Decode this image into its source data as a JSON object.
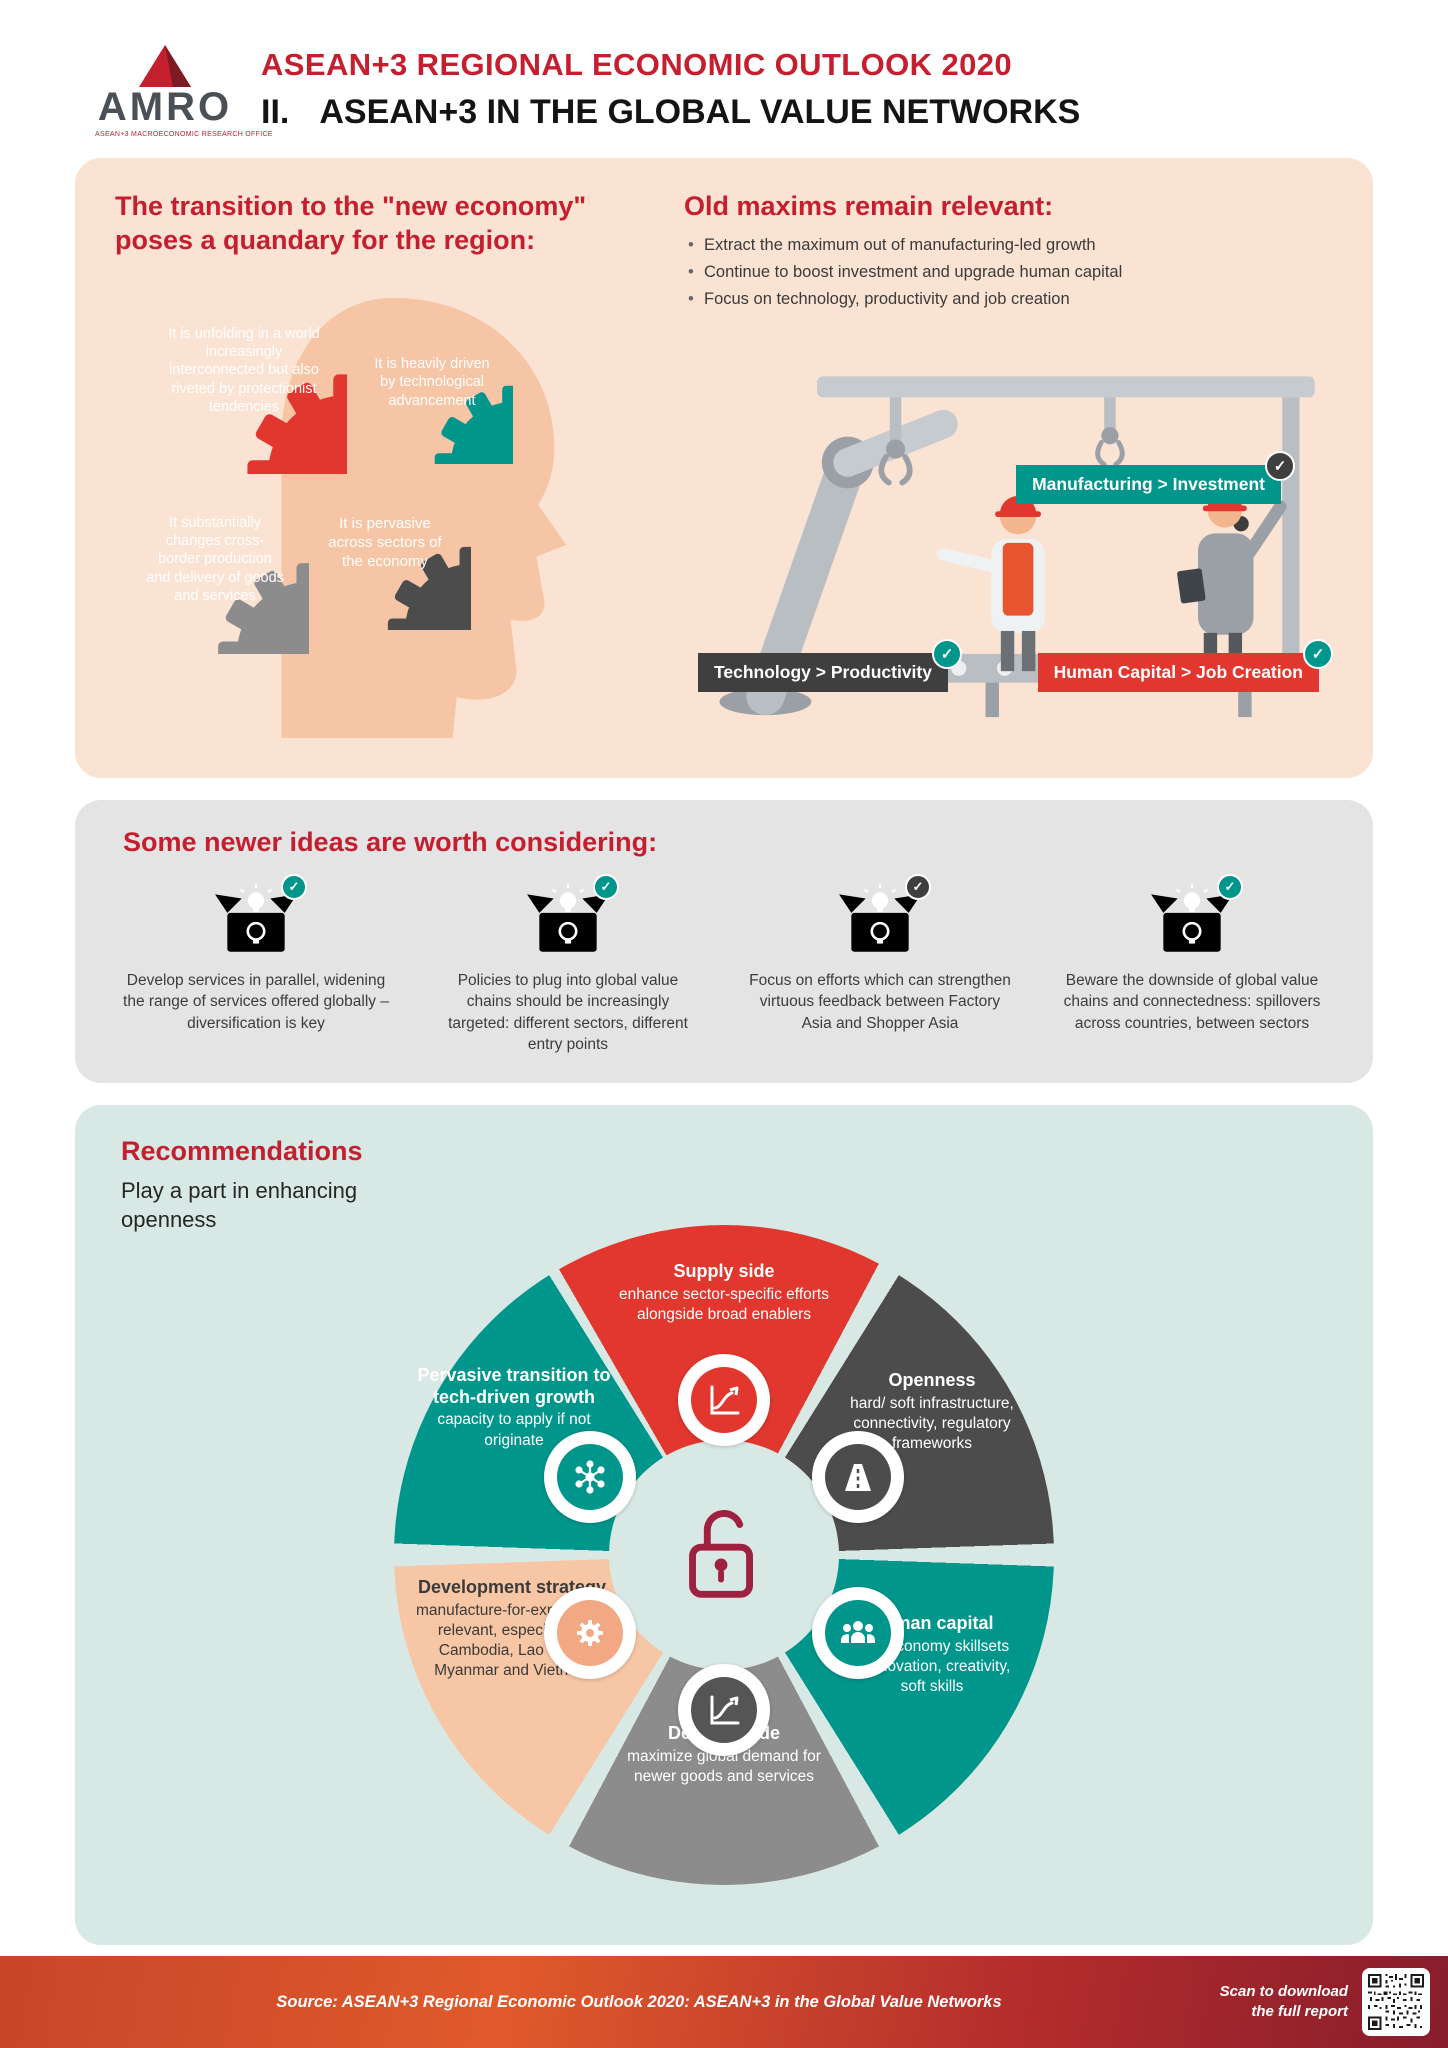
{
  "header": {
    "logo_text": "AMRO",
    "logo_sub": "ASEAN+3 MACROECONOMIC RESEARCH OFFICE",
    "title": "ASEAN+3 REGIONAL ECONOMIC OUTLOOK 2020",
    "section_number": "II.",
    "section_title": "ASEAN+3 IN THE GLOBAL VALUE NETWORKS"
  },
  "quandary": {
    "heading": "The transition to the \"new economy\" poses a quandary for the region:",
    "gears": [
      {
        "text": "It is unfolding in a world increasingly interconnected but also riveted by protectionist tendencies",
        "color": "#e2372e"
      },
      {
        "text": "It is heavily driven by technological advancement",
        "color": "#00968b"
      },
      {
        "text": "It is pervasive across sectors of the economy",
        "color": "#4c4c4c"
      },
      {
        "text": "It substantially changes cross-border production and delivery of goods and services",
        "color": "#8c8c8c"
      }
    ]
  },
  "maxims": {
    "heading": "Old maxims remain relevant:",
    "bullets": [
      "Extract the maximum out of manufacturing-led growth",
      "Continue to boost investment and upgrade human capital",
      "Focus on technology, productivity and job creation"
    ],
    "badges": [
      {
        "label": "Manufacturing > Investment",
        "color": "#00968b"
      },
      {
        "label": "Technology > Productivity",
        "color": "#3f3f3f"
      },
      {
        "label": "Human Capital > Job Creation",
        "color": "#e2372e"
      }
    ]
  },
  "ideas": {
    "heading": "Some newer ideas are worth considering:",
    "items": [
      {
        "text": "Develop services in parallel, widening the range of services offered globally – diversification is key",
        "color": "#4a4a4a"
      },
      {
        "text": "Policies to plug into global value chains should be increasingly targeted: different sectors, different entry points",
        "color": "#e2372e"
      },
      {
        "text": "Focus on efforts which can strengthen virtuous feedback between Factory Asia and Shopper Asia",
        "color": "#00968b"
      },
      {
        "text": "Beware the downside of global value chains and connectedness: spillovers across countries, between sectors",
        "color": "#f3b293"
      }
    ]
  },
  "recommendations": {
    "heading": "Recommendations",
    "subheading": "Play a part in enhancing openness",
    "segments": [
      {
        "title": "Supply side",
        "body": "enhance sector-specific efforts alongside broad enablers",
        "color": "#e2372e"
      },
      {
        "title": "Openness",
        "body": "hard/ soft infrastructure, connectivity, regulatory frameworks",
        "color": "#4c4c4c"
      },
      {
        "title": "Human capital",
        "body": "new economy skillsets – innovation, creativity, soft skills",
        "color": "#00968b"
      },
      {
        "title": "Demand side",
        "body": "maximize global demand for newer goods and services",
        "color": "#8c8c8c"
      },
      {
        "title": "Development strategy",
        "body": "manufacture-for-exports still relevant, especially in Cambodia, Lao PDR, Myanmar and Vietnam",
        "color": "#f7c6a4"
      },
      {
        "title": "Pervasive transition to tech-driven growth",
        "body": "capacity to apply if not originate",
        "color": "#00968b"
      }
    ]
  },
  "footer": {
    "source": "Source: ASEAN+3 Regional Economic Outlook 2020: ASEAN+3 in the Global Value Networks",
    "scan_note": "Scan to download the full report"
  },
  "colors": {
    "heading_red": "#c41e2f",
    "red": "#e2372e",
    "teal": "#00968b",
    "charcoal": "#4c4c4c",
    "gray": "#8c8c8c",
    "peach_bg": "#fbe3d3",
    "gray_bg": "#e4e4e4",
    "teal_bg": "#d8e8e5",
    "maroon_lock": "#9e2140"
  }
}
